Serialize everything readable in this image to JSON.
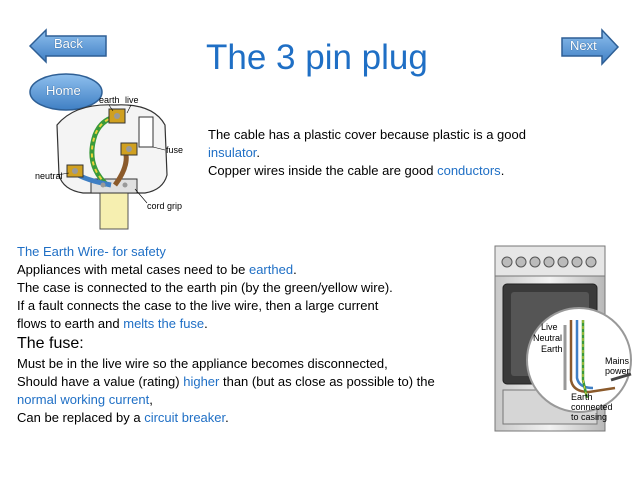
{
  "nav": {
    "back_label": "Back",
    "next_label": "Next",
    "home_label": "Home"
  },
  "title": "The 3 pin plug",
  "plug_figure": {
    "labels": {
      "earth": "earth",
      "live": "live",
      "fuse": "fuse",
      "neutral": "neutral",
      "cord_grip": "cord grip"
    }
  },
  "cable_text": {
    "line1": "The cable has a plastic cover because plastic is a good",
    "insulator": "insulator",
    "line2_end": ".",
    "line3_start": "Copper wires inside the cable are good ",
    "conductors": "conductors",
    "line3_end": "."
  },
  "earth_section": {
    "heading": "The Earth Wire- for safety",
    "line1_start": "Appliances with metal cases need to be ",
    "earthed": "earthed",
    "line1_end": ".",
    "line2": "The case is connected to the earth pin (by the green/yellow wire).",
    "line3": "If a fault connects the case to the live wire, then a large current",
    "line4_start": "flows to earth and ",
    "melts": "melts the fuse",
    "line4_end": "."
  },
  "fuse_section": {
    "heading": "The fuse:",
    "line1": "Must be in the live wire so the appliance becomes disconnected,",
    "line2_start": "Should have a value (rating) ",
    "higher": "higher",
    "line2_end": " than (but as close as possible to) the",
    "normal_current": "normal working current",
    "line3_end": ",",
    "line4_start": "Can be replaced by a ",
    "breaker": "circuit breaker",
    "line4_end": "."
  },
  "cooker_figure": {
    "labels": {
      "live": "Live",
      "neutral": "Neutral",
      "earth": "Earth",
      "mains": "Mains",
      "power": "power",
      "earth_connected": "Earth",
      "connected": "connected",
      "to_casing": "to casing"
    }
  },
  "colors": {
    "accent": "#1f6fc5",
    "button_fill": "#5a9ad8",
    "button_stroke": "#2e5f95"
  }
}
